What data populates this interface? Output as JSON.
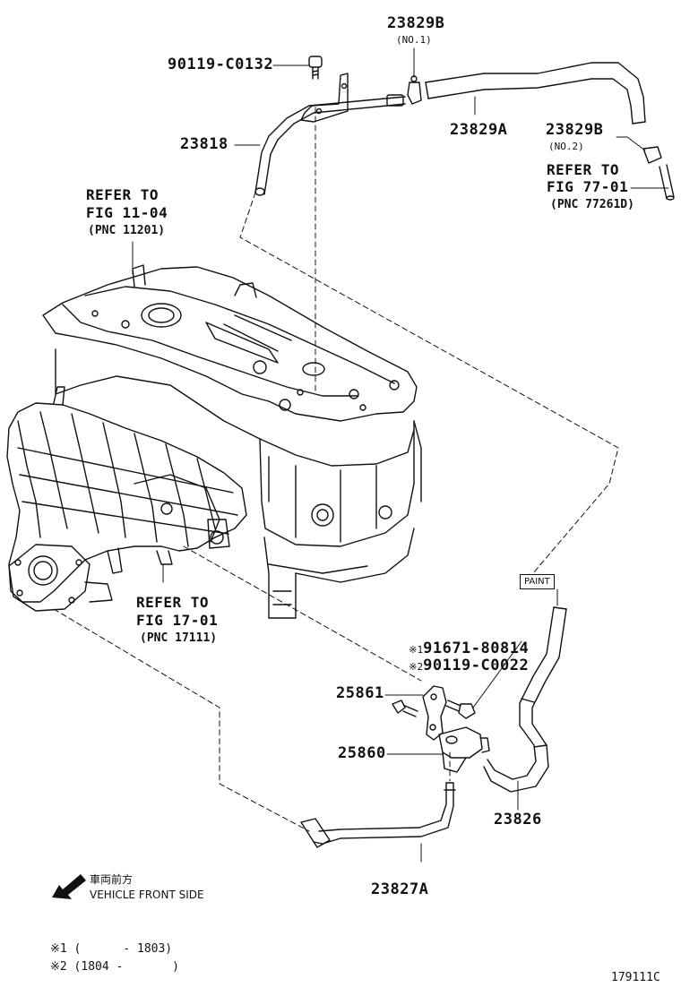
{
  "parts": {
    "p23829b_top": "23829B",
    "p23829b_top_note": "(NO.1)",
    "p90119_c0132": "90119-C0132",
    "p23829a": "23829A",
    "p23818": "23818",
    "p23829b_right": "23829B",
    "p23829b_right_note": "(NO.2)",
    "p91671": "91671-80814",
    "p90119_c0022": "90119-C0022",
    "p25861": "25861",
    "p25860": "25860",
    "p23826": "23826",
    "p23827a": "23827A"
  },
  "marks": {
    "m1_prefix": "※1",
    "m2_prefix": "※2"
  },
  "refs": {
    "r1104": {
      "line1": "REFER TO",
      "line2": "FIG 11-04",
      "pnc": "(PNC 11201)"
    },
    "r7701": {
      "line1": "REFER TO",
      "line2": "FIG 77-01",
      "pnc": "(PNC 77261D)"
    },
    "r1701": {
      "line1": "REFER TO",
      "line2": "FIG 17-01",
      "pnc": "(PNC 17111)"
    }
  },
  "paint_label": "PAINT",
  "vehicle_front": {
    "jp": "車両前方",
    "en": "VEHICLE FRONT SIDE"
  },
  "footnotes": {
    "n1": "※1 (      - 1803)",
    "n2": "※2 (1804 -       )"
  },
  "figure_code": "179111C",
  "icons": {
    "front_arrow": "arrow-down-left-icon"
  }
}
